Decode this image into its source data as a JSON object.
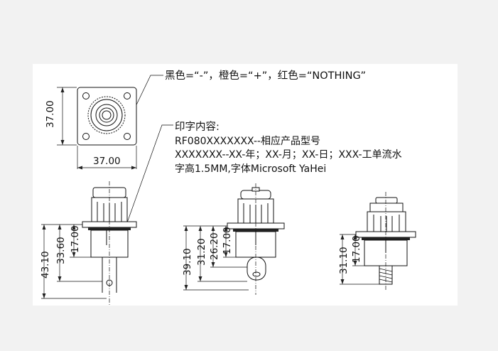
{
  "notes": {
    "color_line": "黑色=“-”，橙色=“+”，红色=“NOTHING”",
    "print_heading": "印字内容:",
    "print_line1": "RF080XXXXXXX--相应产品型号",
    "print_line2": "XXXXXXX--XX-年；XX-月；XX-日；XXX-工单流水",
    "print_line3": "字高1.5MM,字体Microsoft YaHei"
  },
  "top_view": {
    "height_dim": "37.00",
    "width_dim": "37.00"
  },
  "side_view_1": {
    "dims": [
      "43.10",
      "33.60",
      "17.00"
    ]
  },
  "side_view_2": {
    "dims": [
      "39.10",
      "31.20",
      "26.20",
      "17.00"
    ]
  },
  "side_view_3": {
    "dims": [
      "31.10",
      "17.00"
    ]
  }
}
